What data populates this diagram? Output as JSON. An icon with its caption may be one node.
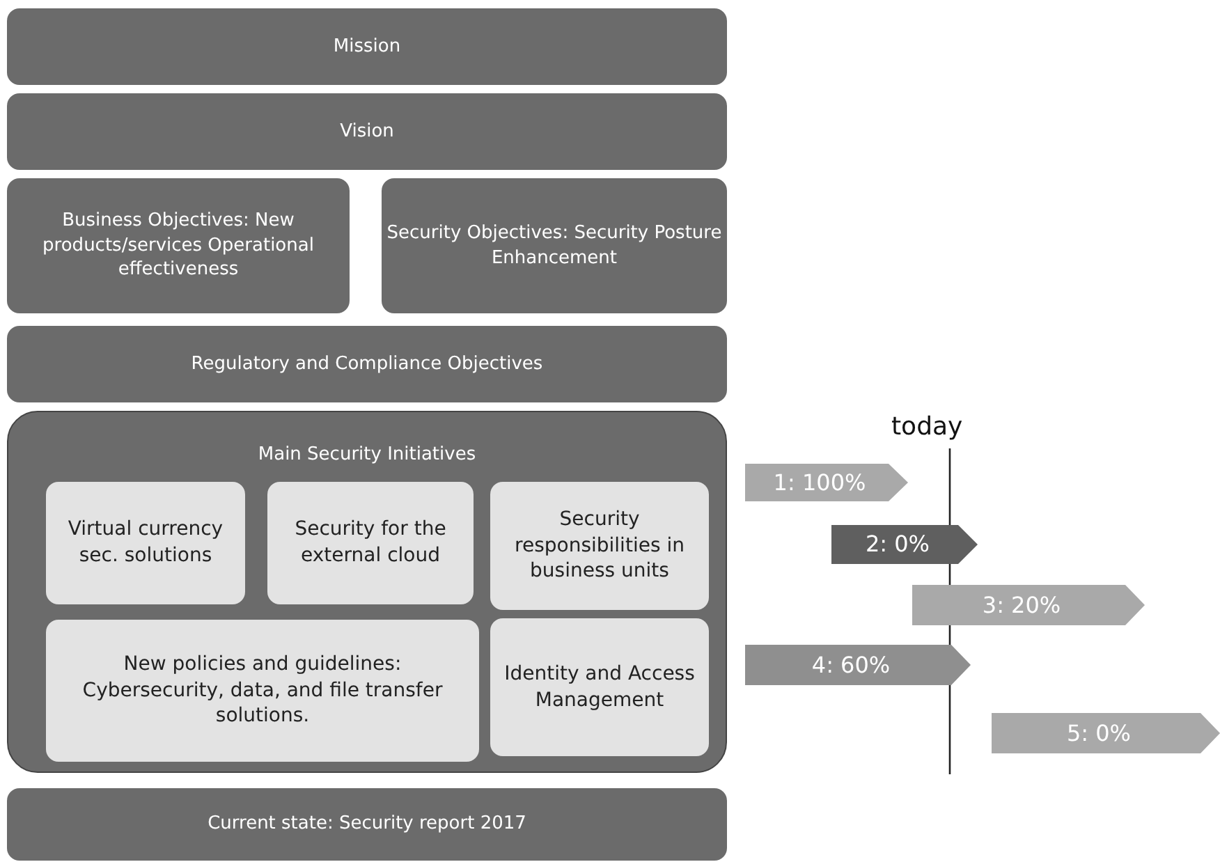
{
  "diagram": {
    "nodes": [
      {
        "text": [
          "Mission"
        ]
      },
      {
        "text": [
          "Vision"
        ]
      },
      {
        "text": [
          "Business Objectives: New products/services Operational effectiveness"
        ]
      },
      {
        "text": [
          "Security Objectives: Security Posture Enhancement"
        ]
      },
      {
        "text": [
          "Regulatory and Compliance Objectives"
        ]
      },
      {
        "text": [
          "Main Security Initiatives"
        ]
      },
      {
        "text": [
          "Virtual currency sec. solutions"
        ],
        "in": 5
      },
      {
        "text": [
          "Security for the external cloud"
        ],
        "in": 5
      },
      {
        "text": [
          "Security responsibilities in business units"
        ],
        "in": 5
      },
      {
        "text": [
          "New policies and guidelines: Cybersecurity, data, and file transfer solutions."
        ],
        "in": 5
      },
      {
        "text": [
          "Identity and Access Management"
        ],
        "in": 5
      },
      {
        "text": [
          "Current state: Security report 2017"
        ]
      },
      {
        "text": [
          "1: 100%"
        ]
      },
      {
        "text": [
          "2: 0%"
        ]
      },
      {
        "text": [
          "3: 20%"
        ]
      },
      {
        "text": [
          "4: 60%"
        ]
      },
      {
        "text": [
          "5: 0%"
        ]
      }
    ],
    "labels": [
      "today"
    ]
  }
}
